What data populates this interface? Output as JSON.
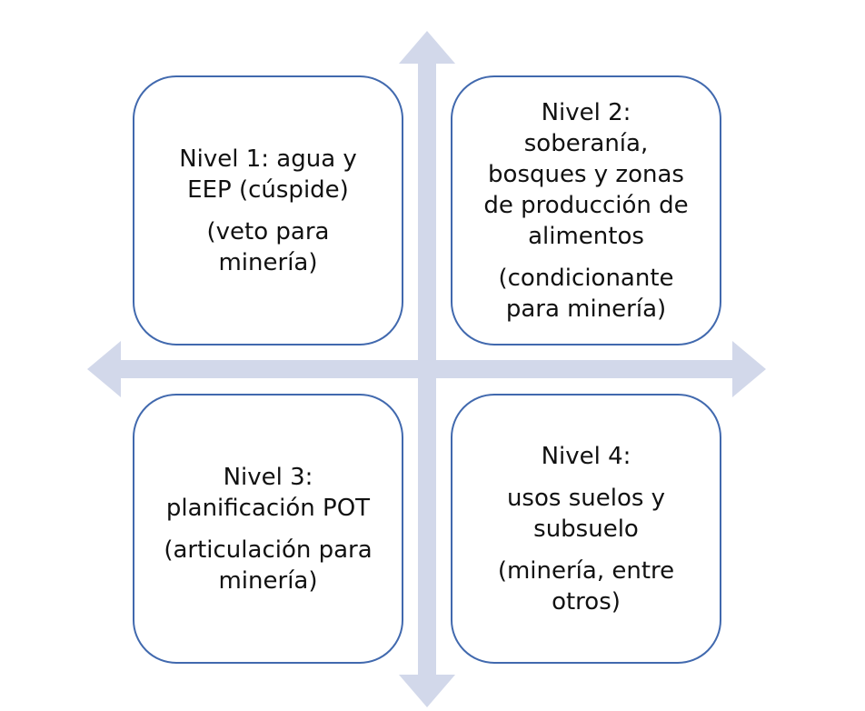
{
  "colors": {
    "box_border": "#4169ae",
    "axis_fill": "#d2d8ea",
    "text": "#111111"
  },
  "axes": {
    "vertical": "double-headed-arrow",
    "horizontal": "double-headed-arrow"
  },
  "quadrants": [
    {
      "id": "top-left",
      "title": "Nivel 1: agua y\nEEP (cúspide)",
      "note": "(veto para\nminería)"
    },
    {
      "id": "top-right",
      "title": "Nivel 2:\nsoberanía,\nbosques y zonas\nde producción de\nalimentos",
      "note": "(condicionante\npara minería)"
    },
    {
      "id": "bottom-left",
      "title": "Nivel 3:\nplanificación POT",
      "note": "(articulación para\nminería)"
    },
    {
      "id": "bottom-right",
      "title": "Nivel 4:",
      "subtitle": "usos suelos y\nsubsuelo",
      "note": "(minería, entre\notros)"
    }
  ]
}
